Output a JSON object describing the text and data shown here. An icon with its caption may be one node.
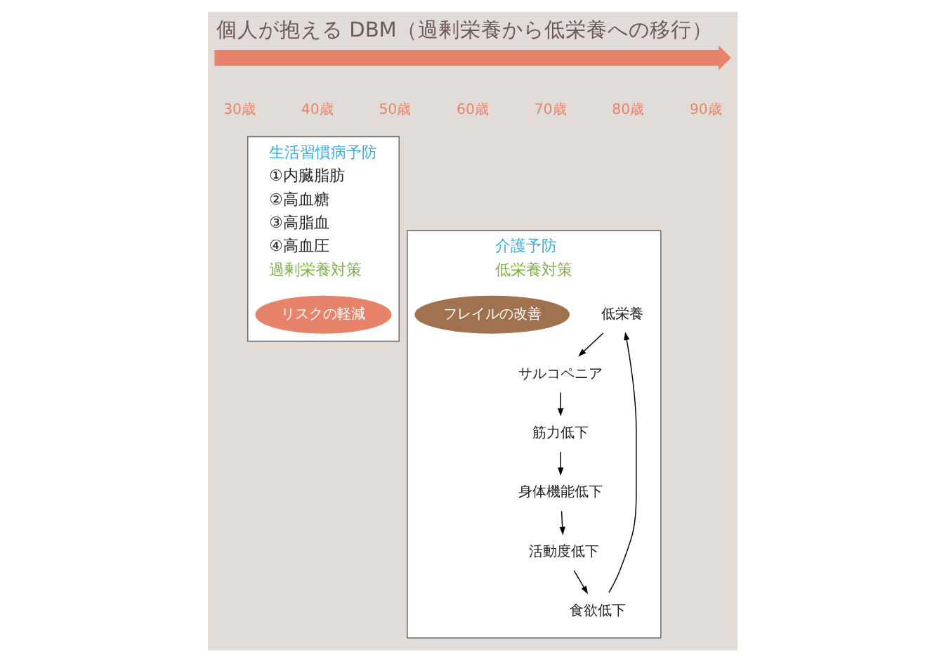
{
  "diagram": {
    "title": "個人が抱える DBM（過剰栄養から低栄養への移行）",
    "nodes": [
      {
        "text": [],
        "shape": "arrow"
      },
      {
        "text": [
          "生活習慣病予防",
          "①内臓脂肪",
          "②高血糖",
          "③高脂血",
          "④高血圧",
          "過剰栄養対策"
        ]
      },
      {
        "text": [
          "リスクの軽減"
        ],
        "in": 1
      },
      {
        "text": [
          "介護予防",
          "低栄養対策"
        ]
      },
      {
        "text": [
          "低栄養"
        ],
        "in": 3
      },
      {
        "text": [
          "サルコペニア"
        ],
        "in": 3
      },
      {
        "text": [
          "筋力低下"
        ],
        "in": 3
      },
      {
        "text": [
          "身体機能低下"
        ],
        "in": 3
      },
      {
        "text": [
          "活動度低下"
        ],
        "in": 3
      },
      {
        "text": [
          "食欲低下"
        ],
        "in": 3
      },
      {
        "text": [
          "フレイルの改善"
        ],
        "in": 3
      }
    ],
    "edges": [
      {
        "from": 4,
        "to": 5,
        "arrow": "to"
      },
      {
        "from": 5,
        "to": 6,
        "arrow": "to"
      },
      {
        "from": 6,
        "to": 7,
        "arrow": "to"
      },
      {
        "from": 7,
        "to": 8,
        "arrow": "to"
      },
      {
        "from": 8,
        "to": 9,
        "arrow": "to"
      },
      {
        "from": 9,
        "to": 4,
        "arrow": "to"
      }
    ],
    "labels": [
      "30歳",
      "40歳",
      "50歳",
      "60歳",
      "70歳",
      "80歳",
      "90歳"
    ]
  }
}
